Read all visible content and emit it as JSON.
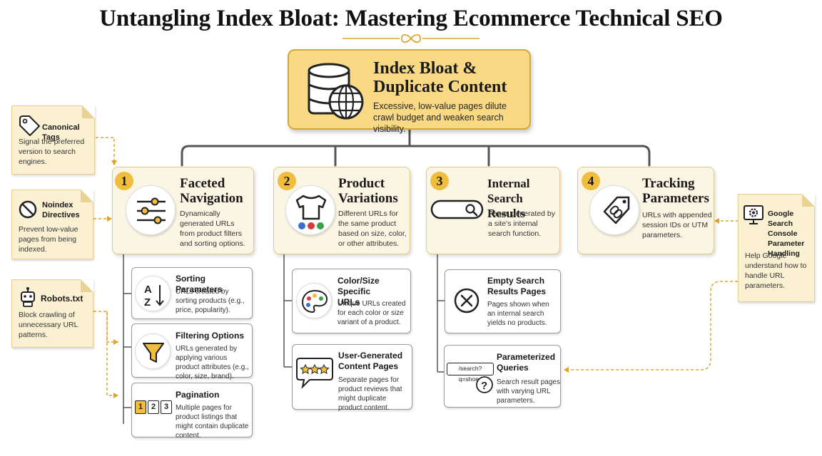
{
  "title": "Untangling Index Bloat: Mastering Ecommerce Technical SEO",
  "colors": {
    "accent": "#f0bd3f",
    "hero_bg": "#fad985",
    "card_bg": "#fbf5e3",
    "connector": "#555555",
    "dashed": "#e0a326"
  },
  "hero": {
    "icon": "database-globe-icon",
    "title_line1": "Index Bloat &",
    "title_line2": "Duplicate Content",
    "description": "Excessive, low-value pages dilute crawl budget and weaken search visibility."
  },
  "categories": [
    {
      "number": "1",
      "title_line1": "Faceted",
      "title_line2": "Navigation",
      "icon": "sliders-icon",
      "description": "Dynamically generated URLs from product filters and sorting options."
    },
    {
      "number": "2",
      "title_line1": "Product",
      "title_line2": "Variations",
      "icon": "tshirt-icon",
      "description": "Different URLs for the same product based on size, color, or other attributes."
    },
    {
      "number": "3",
      "title_line1": "Internal Search",
      "title_line2": "Results",
      "icon": "search-bar-icon",
      "description": "Pages generated by a site's internal search function."
    },
    {
      "number": "4",
      "title_line1": "Tracking",
      "title_line2": "Parameters",
      "icon": "link-tag-icon",
      "description": "URLs with appended session IDs or UTM parameters."
    }
  ],
  "subitems": {
    "faceted": [
      {
        "title": "Sorting Parameters",
        "icon": "sort-az-icon",
        "description": "URLs created by sorting products (e.g., price, popularity)."
      },
      {
        "title": "Filtering Options",
        "icon": "funnel-icon",
        "description": "URLs generated by applying various product attributes (e.g., color, size, brand)."
      },
      {
        "title": "Pagination",
        "icon": "pagination-icon",
        "icon_text": [
          "1",
          "2",
          "3"
        ],
        "description": "Multiple pages for product listings that might contain duplicate content."
      }
    ],
    "variations": [
      {
        "title_line1": "Color/Size Specific",
        "title_line2": "URLs",
        "icon": "palette-icon",
        "description": "Unique URLs created for each color or size variant of a product."
      },
      {
        "title_line1": "User-Generated",
        "title_line2": "Content Pages",
        "icon": "review-stars-icon",
        "description": "Separate pages for product reviews that might duplicate product content."
      }
    ],
    "search": [
      {
        "title_line1": "Empty Search",
        "title_line2": "Results Pages",
        "icon": "x-circle-icon",
        "description": "Pages shown when an internal search yields no products."
      },
      {
        "title_line1": "Parameterized",
        "title_line2": "Queries",
        "icon": "query-url-icon",
        "icon_text": "/search?q=shoes",
        "description": "Search result pages with varying URL parameters."
      }
    ]
  },
  "solutions": [
    {
      "title": "Canonical Tags",
      "icon": "tag-icon",
      "description": "Signal the preferred version to search engines."
    },
    {
      "title_line1": "Noindex",
      "title_line2": "Directives",
      "icon": "block-icon",
      "description": "Prevent low-value pages from being indexed."
    },
    {
      "title": "Robots.txt",
      "icon": "robot-icon",
      "description": "Block crawling of unnecessary URL patterns."
    },
    {
      "title_lines": [
        "Google Search",
        "Console",
        "Parameter",
        "Handling"
      ],
      "icon": "gear-monitor-icon",
      "description": "Help Google understand how to handle URL parameters."
    }
  ]
}
